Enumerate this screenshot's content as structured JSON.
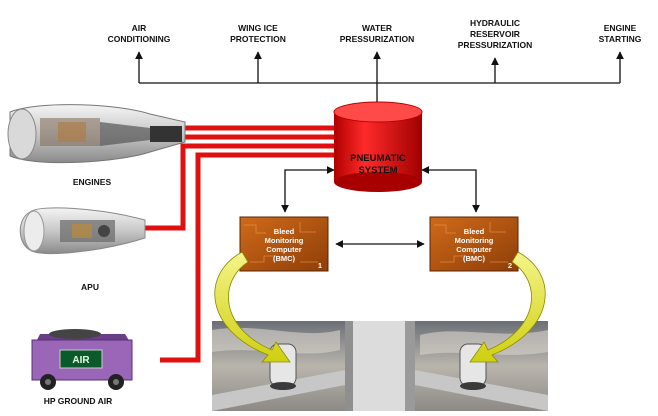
{
  "outputs": [
    {
      "line1": "AIR",
      "line2": "CONDITIONING",
      "line3": ""
    },
    {
      "line1": "WING ICE",
      "line2": "PROTECTION",
      "line3": ""
    },
    {
      "line1": "WATER",
      "line2": "PRESSURIZATION",
      "line3": ""
    },
    {
      "line1": "HYDRAULIC",
      "line2": "RESERVOIR",
      "line3": "PRESSURIZATION"
    },
    {
      "line1": "ENGINE",
      "line2": "STARTING",
      "line3": ""
    }
  ],
  "pneumatic": {
    "line1": "PNEUMATIC",
    "line2": "SYSTEM"
  },
  "sources": {
    "engines": "ENGINES",
    "apu": "APU",
    "hp_ground_air": "HP GROUND AIR",
    "cart_display": "AIR"
  },
  "bmc": [
    {
      "line1": "Bleed",
      "line2": "Monitoring",
      "line3": "Computer",
      "line4": "(BMC)",
      "number": "1"
    },
    {
      "line1": "Bleed",
      "line2": "Monitoring",
      "line3": "Computer",
      "line4": "(BMC)",
      "number": "2"
    }
  ],
  "colors": {
    "air_line": "#e01010",
    "pneumatic": "#e01010",
    "bmc_board": "#b8550c",
    "arrow_yellow": "#e0e020",
    "cart": "#9a66b8"
  }
}
